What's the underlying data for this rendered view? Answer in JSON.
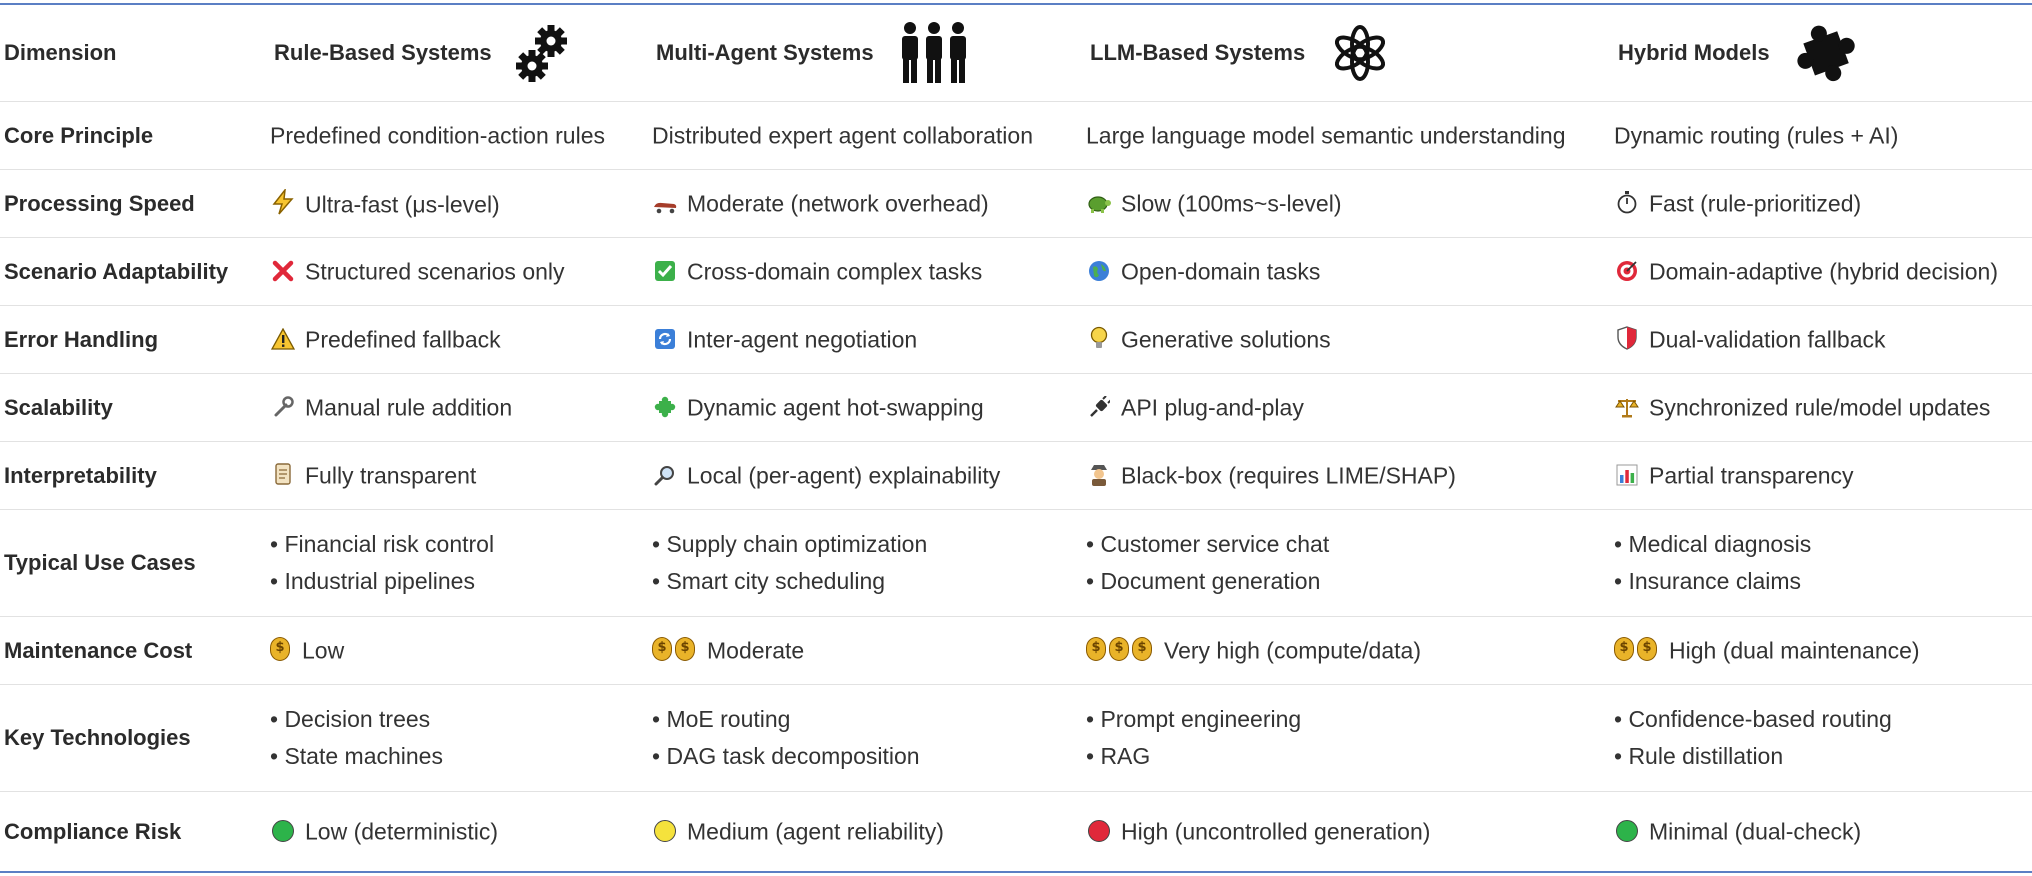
{
  "header": {
    "dimension": "Dimension",
    "columns": [
      {
        "label": "Rule-Based Systems",
        "icon": "gears-icon"
      },
      {
        "label": "Multi-Agent Systems",
        "icon": "people-icon"
      },
      {
        "label": "LLM-Based Systems",
        "icon": "openai-logo-icon"
      },
      {
        "label": "Hybrid Models",
        "icon": "puzzle-icon"
      }
    ]
  },
  "rows": [
    {
      "dimension": "Core Principle",
      "cells": [
        {
          "text": "Predefined condition-action rules"
        },
        {
          "text": "Distributed expert agent collaboration"
        },
        {
          "text": "Large language model semantic understanding"
        },
        {
          "text": "Dynamic routing (rules + AI)"
        }
      ]
    },
    {
      "dimension": "Processing Speed",
      "cells": [
        {
          "icon": "lightning-icon",
          "text": "Ultra-fast (μs-level)"
        },
        {
          "icon": "skateboard-icon",
          "text": "Moderate (network overhead)"
        },
        {
          "icon": "turtle-icon",
          "text": "Slow (100ms~s-level)"
        },
        {
          "icon": "stopwatch-icon",
          "text": "Fast (rule-prioritized)"
        }
      ]
    },
    {
      "dimension": "Scenario Adaptability",
      "cells": [
        {
          "icon": "cross-mark-icon",
          "text": "Structured scenarios only"
        },
        {
          "icon": "check-box-icon",
          "text": "Cross-domain complex tasks"
        },
        {
          "icon": "globe-icon",
          "text": "Open-domain tasks"
        },
        {
          "icon": "target-icon",
          "text": "Domain-adaptive (hybrid decision)"
        }
      ]
    },
    {
      "dimension": "Error Handling",
      "cells": [
        {
          "icon": "warning-icon",
          "text": "Predefined fallback"
        },
        {
          "icon": "refresh-icon",
          "text": "Inter-agent negotiation"
        },
        {
          "icon": "lightbulb-icon",
          "text": "Generative solutions"
        },
        {
          "icon": "shield-icon",
          "text": "Dual-validation fallback"
        }
      ]
    },
    {
      "dimension": "Scalability",
      "cells": [
        {
          "icon": "wrench-icon",
          "text": "Manual rule addition"
        },
        {
          "icon": "puzzle-piece-icon",
          "text": "Dynamic agent hot-swapping"
        },
        {
          "icon": "plug-icon",
          "text": "API plug-and-play"
        },
        {
          "icon": "balance-scale-icon",
          "text": "Synchronized rule/model updates"
        }
      ]
    },
    {
      "dimension": "Interpretability",
      "cells": [
        {
          "icon": "scroll-icon",
          "text": "Fully transparent"
        },
        {
          "icon": "magnifier-icon",
          "text": "Local (per-agent) explainability"
        },
        {
          "icon": "detective-icon",
          "text": "Black-box (requires LIME/SHAP)"
        },
        {
          "icon": "bar-chart-icon",
          "text": "Partial transparency"
        }
      ]
    },
    {
      "dimension": "Typical Use Cases",
      "bullets": true,
      "cells": [
        {
          "items": [
            "• Financial risk control",
            "• Industrial pipelines"
          ]
        },
        {
          "items": [
            "• Supply chain optimization",
            "• Smart city scheduling"
          ]
        },
        {
          "items": [
            "• Customer service chat",
            "• Document generation"
          ]
        },
        {
          "items": [
            "• Medical diagnosis",
            "• Insurance claims"
          ]
        }
      ]
    },
    {
      "dimension": "Maintenance Cost",
      "cells": [
        {
          "coins": 1,
          "text": "Low"
        },
        {
          "coins": 2,
          "text": "Moderate"
        },
        {
          "coins": 3,
          "text": "Very high (compute/data)"
        },
        {
          "coins": 2,
          "text": "High (dual maintenance)"
        }
      ]
    },
    {
      "dimension": "Key Technologies",
      "bullets": true,
      "cells": [
        {
          "items": [
            "• Decision trees",
            "• State machines"
          ]
        },
        {
          "items": [
            "• MoE routing",
            "• DAG task decomposition"
          ]
        },
        {
          "items": [
            "• Prompt engineering",
            "• RAG"
          ]
        },
        {
          "items": [
            "• Confidence-based routing",
            "• Rule distillation"
          ]
        }
      ]
    },
    {
      "dimension": "Compliance Risk",
      "cells": [
        {
          "dot": "#2db34a",
          "text": "Low (deterministic)"
        },
        {
          "dot": "#f5e23c",
          "text": "Medium (agent reliability)"
        },
        {
          "dot": "#e0283a",
          "text": "High (uncontrolled generation)"
        },
        {
          "dot": "#2db34a",
          "text": "Minimal (dual-check)"
        }
      ]
    }
  ]
}
